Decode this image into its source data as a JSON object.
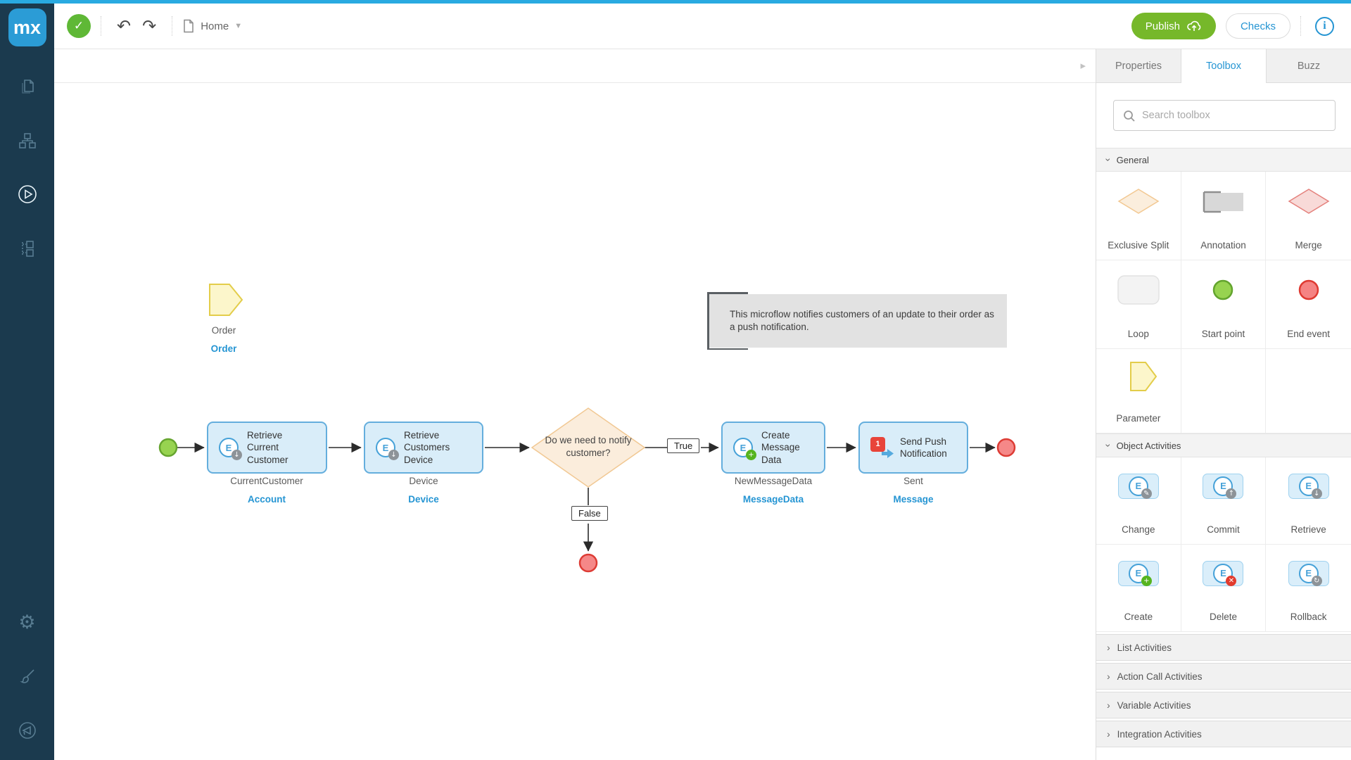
{
  "brand": {
    "logo_text": "mx"
  },
  "toolbar": {
    "document_tab": "Home",
    "publish_label": "Publish",
    "checks_label": "Checks",
    "icons": [
      "check-circle",
      "undo",
      "redo",
      "document",
      "caret-down",
      "cloud-upload",
      "info"
    ]
  },
  "sidebar": {
    "icons": [
      "pages",
      "domain-model",
      "microflow-play",
      "navigation-documents",
      "settings-gear",
      "theme-paintbrush",
      "feedback-megaphone"
    ],
    "active_icon": "microflow-play"
  },
  "panel": {
    "tabs": [
      {
        "label": "Properties",
        "active": false
      },
      {
        "label": "Toolbox",
        "active": true
      },
      {
        "label": "Buzz",
        "active": false
      }
    ],
    "search_placeholder": "Search toolbox",
    "sections": {
      "general": {
        "title": "General",
        "expanded": true,
        "items": [
          {
            "label": "Exclusive Split",
            "icon": "orange-diamond"
          },
          {
            "label": "Annotation",
            "icon": "gray-note"
          },
          {
            "label": "Merge",
            "icon": "red-diamond"
          },
          {
            "label": "Loop",
            "icon": "gray-rounded-rect"
          },
          {
            "label": "Start point",
            "icon": "green-circle"
          },
          {
            "label": "End event",
            "icon": "red-circle"
          },
          {
            "label": "Parameter",
            "icon": "yellow-pentagon"
          }
        ]
      },
      "object_activities": {
        "title": "Object Activities",
        "expanded": true,
        "items": [
          {
            "label": "Change",
            "icon": "entity-change"
          },
          {
            "label": "Commit",
            "icon": "entity-commit"
          },
          {
            "label": "Retrieve",
            "icon": "entity-retrieve"
          },
          {
            "label": "Create",
            "icon": "entity-create"
          },
          {
            "label": "Delete",
            "icon": "entity-delete"
          },
          {
            "label": "Rollback",
            "icon": "entity-rollback"
          }
        ]
      },
      "collapsed": [
        {
          "title": "List Activities"
        },
        {
          "title": "Action Call Activities"
        },
        {
          "title": "Variable Activities"
        },
        {
          "title": "Integration Activities"
        }
      ]
    }
  },
  "canvas": {
    "parameter": {
      "caption": "Order",
      "entity": "Order"
    },
    "annotation": {
      "text": "This microflow notifies customers of an update to their order as a push notification."
    },
    "activities": [
      {
        "label": "Retrieve Current Customer",
        "caption": "CurrentCustomer",
        "entity": "Account",
        "icon": "entity-retrieve"
      },
      {
        "label": "Retrieve Customers Device",
        "caption": "Device",
        "entity": "Device",
        "icon": "entity-retrieve"
      },
      {
        "label": "Create Message Data",
        "caption": "NewMessageData",
        "entity": "MessageData",
        "icon": "entity-create"
      },
      {
        "label": "Send Push Notification",
        "caption": "Sent",
        "entity": "Message",
        "icon": "push-notification"
      }
    ],
    "decision": {
      "label": "Do we need to notify customer?",
      "true_label": "True",
      "false_label": "False"
    }
  },
  "colors": {
    "accent_blue": "#2595d3",
    "topline_blue": "#29aae1",
    "publish_green": "#76b82a",
    "check_green": "#5fb836",
    "sidebar_bg": "#1b3a4e",
    "activity_fill": "#d9edf9",
    "activity_border": "#64aedd",
    "decision_fill": "#fbeddc",
    "decision_border": "#f1c893",
    "start_fill": "#97d350",
    "start_border": "#66a52f",
    "end_fill": "#f58888",
    "end_border": "#dd3c35",
    "parameter_fill": "#fcf6cb",
    "parameter_border": "#e3cd4a"
  }
}
